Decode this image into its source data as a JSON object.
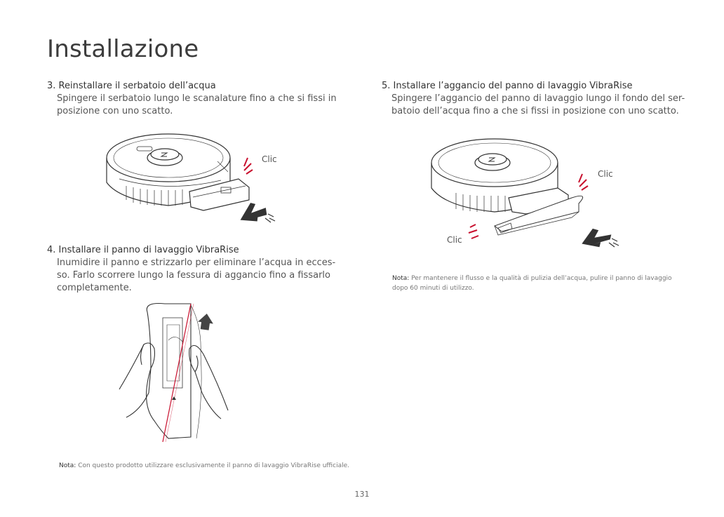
{
  "page": {
    "title": "Installazione",
    "page_number": "131"
  },
  "steps": [
    {
      "heading": "3. Reinstallare il serbatoio dell’acqua",
      "lines": [
        "Spingere il serbatoio lungo le scanalature fino a che si fissi in",
        "posizione con uno scatto."
      ]
    },
    {
      "heading": "4. Installare il panno di lavaggio VibraRise",
      "lines": [
        "Inumidire il panno e strizzarlo per eliminare l’acqua in ecces-",
        "so. Farlo scorrere lungo la fessura di aggancio fino a fissarlo",
        "completamente."
      ]
    },
    {
      "heading": "5. Installare l’aggancio del panno di lavaggio VibraRise",
      "lines": [
        "Spingere l’aggancio del panno di lavaggio lungo il fondo del ser-",
        "batoio dell’acqua fino a che si fissi in posizione con uno scatto."
      ]
    }
  ],
  "illustrations": {
    "click_label": "Clic"
  },
  "notes": {
    "label": "Nota:",
    "right": [
      "Per mantenere il flusso e la qualità di pulizia dell’acqua, pulire il panno di lavaggio",
      "dopo 60 minuti di utilizzo."
    ],
    "bottom": "Con questo prodotto utilizzare esclusivamente il panno di lavaggio VibraRise ufficiale."
  }
}
